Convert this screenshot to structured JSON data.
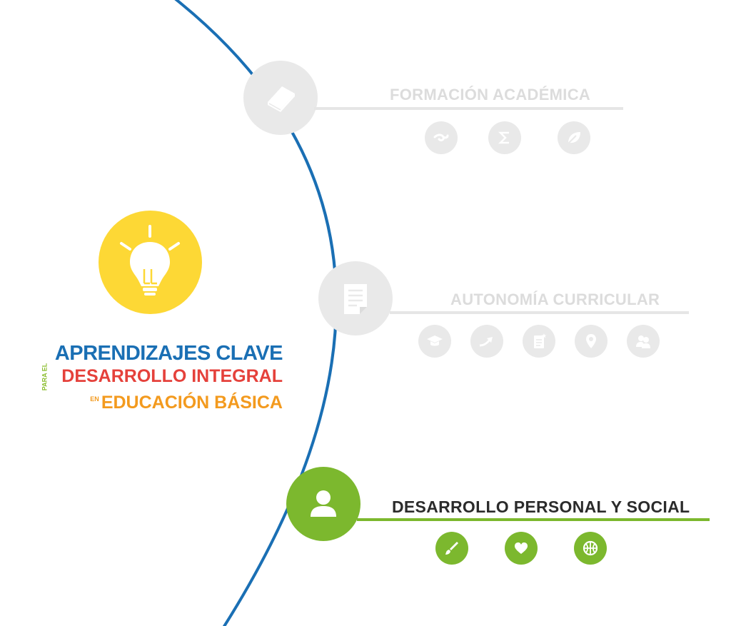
{
  "brand": {
    "line1": "APRENDIZAJES CLAVE",
    "line2_prefix_top": "PARA",
    "line2_prefix_bottom": "EL",
    "line2": "DESARROLLO INTEGRAL",
    "line3_prefix": "EN",
    "line3": "EDUCACIÓN BÁSICA",
    "icon": "lightbulb-icon"
  },
  "colors": {
    "arc": "#1a6fb4",
    "bulb": "#fdd835",
    "inactive": "#e9e9e9",
    "inactive_text": "#dcdcdc",
    "active": "#7cb82e",
    "title_blue": "#1a6fb4",
    "title_red": "#e5413b",
    "title_orange": "#f39a1e"
  },
  "sections": [
    {
      "title": "FORMACIÓN ACADÉMICA",
      "state": "inactive",
      "main_icon": "book-icon",
      "sub_icons": [
        "language-icon",
        "sigma-icon",
        "leaf-icon"
      ]
    },
    {
      "title": "AUTONOMÍA CURRICULAR",
      "state": "inactive",
      "main_icon": "document-icon",
      "sub_icons": [
        "graduation-cap-icon",
        "trend-arrow-icon",
        "notepad-star-icon",
        "map-pin-icon",
        "people-icon"
      ]
    },
    {
      "title": "DESARROLLO PERSONAL Y SOCIAL",
      "state": "active",
      "main_icon": "person-icon",
      "sub_icons": [
        "paintbrush-icon",
        "heart-icon",
        "basketball-icon"
      ]
    }
  ]
}
